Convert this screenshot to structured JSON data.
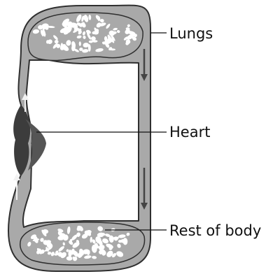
{
  "labels": {
    "lungs": "Lungs",
    "heart": "Heart",
    "body": "Rest of body"
  },
  "colors": {
    "vessel": "#a9a9a9",
    "outline": "#2f2f2f",
    "heart": "#3c3c3c",
    "hole": "#ffffff"
  }
}
